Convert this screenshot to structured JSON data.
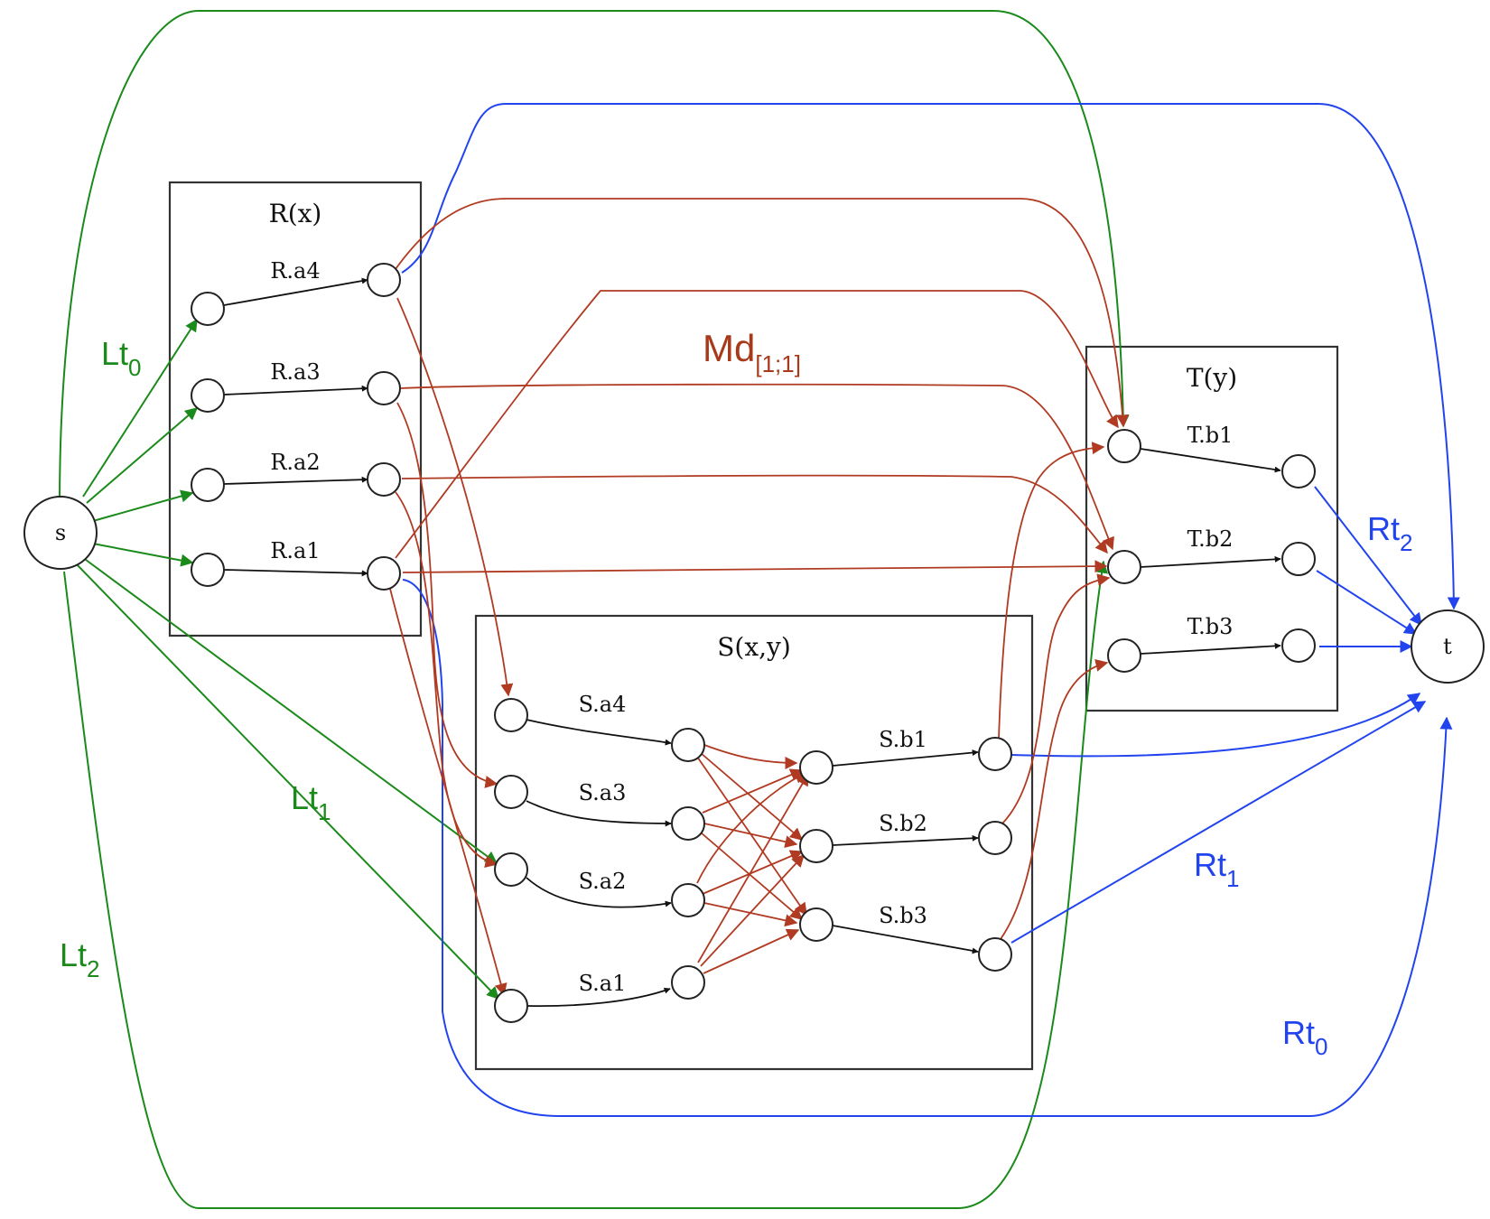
{
  "boxes": {
    "R": "R(x)",
    "S": "S(x,y)",
    "T": "T(y)"
  },
  "nodes": {
    "s": "s",
    "t": "t"
  },
  "edge_labels": {
    "Ra4": "R.a4",
    "Ra3": "R.a3",
    "Ra2": "R.a2",
    "Ra1": "R.a1",
    "Sa4": "S.a4",
    "Sa3": "S.a3",
    "Sa2": "S.a2",
    "Sa1": "S.a1",
    "Sb1": "S.b1",
    "Sb2": "S.b2",
    "Sb3": "S.b3",
    "Tb1": "T.b1",
    "Tb2": "T.b2",
    "Tb3": "T.b3"
  },
  "path_labels": {
    "Md": {
      "main": "Md",
      "sub": "[1;1]"
    },
    "Lt0": {
      "main": "Lt",
      "sub": "0"
    },
    "Lt1": {
      "main": "Lt",
      "sub": "1"
    },
    "Lt2": {
      "main": "Lt",
      "sub": "2"
    },
    "Rt0": {
      "main": "Rt",
      "sub": "0"
    },
    "Rt1": {
      "main": "Rt",
      "sub": "1"
    },
    "Rt2": {
      "main": "Rt",
      "sub": "2"
    }
  },
  "colors": {
    "left_paths": "#1a8a1a",
    "right_paths": "#2244ee",
    "middle_paths": "#b03a22",
    "attribute_edges": "#111111"
  }
}
